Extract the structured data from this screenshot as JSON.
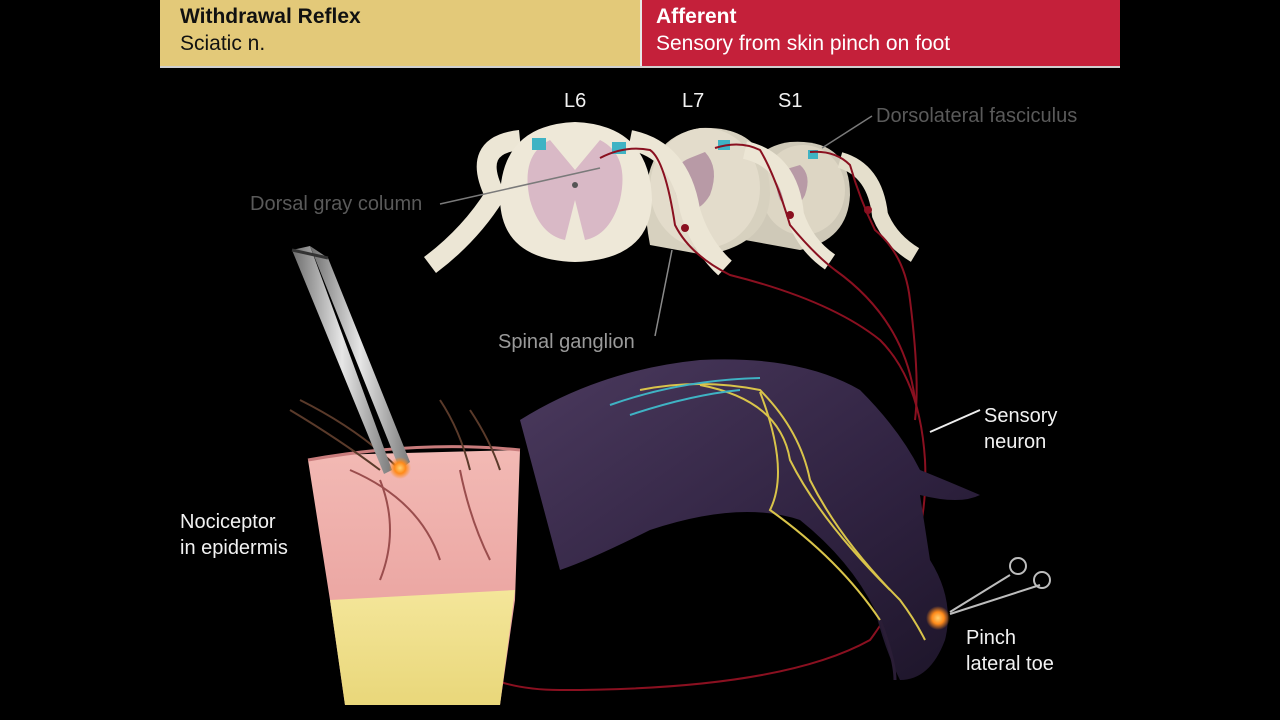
{
  "header": {
    "left": {
      "title": "Withdrawal Reflex",
      "subtitle": "Sciatic n."
    },
    "right": {
      "title": "Afferent",
      "subtitle": "Sensory from skin pinch on foot"
    }
  },
  "segments": {
    "l6": "L6",
    "l7": "L7",
    "s1": "S1"
  },
  "labels": {
    "dorsolateral": "Dorsolateral fasciculus",
    "dorsal_gray": "Dorsal gray column",
    "spinal_ganglion": "Spinal ganglion",
    "sensory_neuron_1": "Sensory",
    "sensory_neuron_2": "neuron",
    "nociceptor_1": "Nociceptor",
    "nociceptor_2": "in epidermis",
    "pinch_1": "Pinch",
    "pinch_2": "lateral toe"
  },
  "colors": {
    "header_left": "#e3c979",
    "header_right": "#c4203a",
    "nerve_red": "#8a1020",
    "nerve_yellow": "#d9c44a",
    "nerve_cyan": "#3fb3c4",
    "limb_purple": "#3a2a4a",
    "spinal_cream": "#e9e3d2"
  }
}
